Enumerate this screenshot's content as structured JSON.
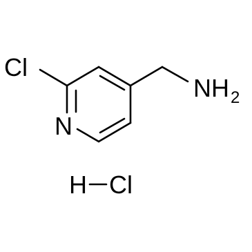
{
  "molecule": {
    "atoms": {
      "chlorine": "Cl",
      "nitrogen": "N",
      "amine": "NH",
      "amine_subscript": "2"
    },
    "salt": {
      "hydrogen": "H",
      "chlorine": "Cl"
    }
  }
}
